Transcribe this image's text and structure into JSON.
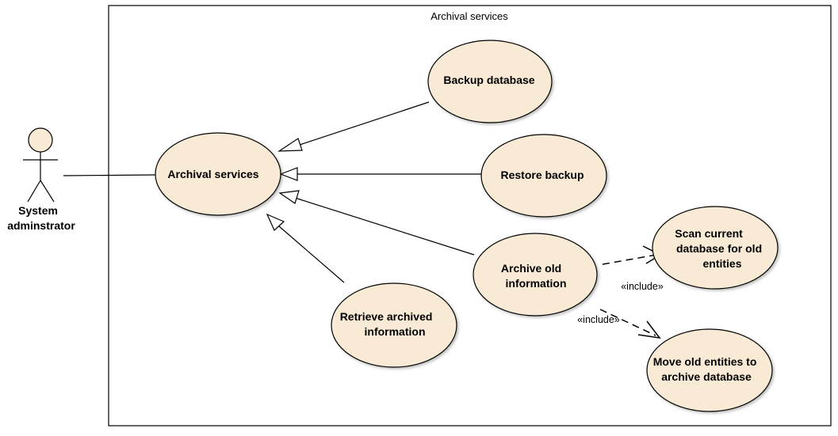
{
  "system_boundary": {
    "title": "Archival services"
  },
  "actor": {
    "lines": [
      "System",
      "adminstrator"
    ]
  },
  "use_cases": {
    "archival_services": {
      "lines": [
        "Archival services"
      ]
    },
    "backup_database": {
      "lines": [
        "Backup database"
      ]
    },
    "restore_backup": {
      "lines": [
        "Restore backup"
      ]
    },
    "archive_old_information": {
      "lines": [
        "Archive old",
        "information"
      ]
    },
    "retrieve_archived_information": {
      "lines": [
        "Retrieve archived",
        "information"
      ]
    },
    "scan_current_database": {
      "lines": [
        "Scan current",
        "database for old",
        "entities"
      ]
    },
    "move_old_entities": {
      "lines": [
        "Move old entities to",
        "archive database"
      ]
    }
  },
  "relationships": {
    "include_scan": "«include»",
    "include_move": "«include»"
  },
  "colors": {
    "use_case_fill": "#f8ead4",
    "stroke": "#000000",
    "background": "#ffffff"
  }
}
